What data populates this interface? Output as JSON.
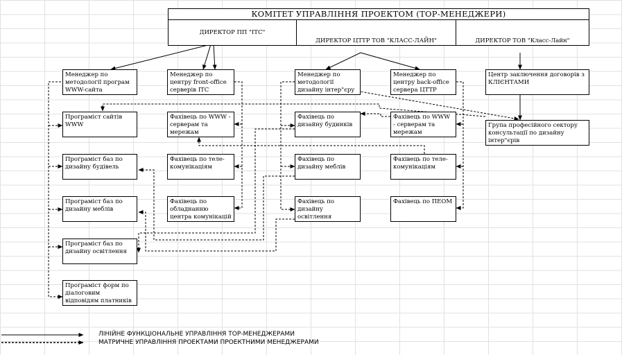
{
  "title": "КОМІТЕТ УПРАВЛІННЯ ПРОЕКТОМ (ТОР-МЕНЕДЖЕРИ)",
  "directors": [
    "ДИРЕКТОР ПП \"ITC\"",
    "ДИРЕКТОР ЦТТР ТОВ \"КЛАСС-ЛАЙН\"",
    "ДИРЕКТОР ТОВ \"Класс-Лайн\""
  ],
  "column1": [
    "Менеджер по методології програм WWW-сайта",
    "Програміст сайтів WWW",
    "Програміст баз по дизайну будівель",
    "Програміст баз по дизайну меблів",
    "Програміст баз по дизайну освітлення",
    "Програміст форм по діалоговим відповідям платників (довідки)"
  ],
  "column2": [
    "Менеджер по центру front-office серверів ITC",
    "Фахівець по WWW - серверам та мережам",
    "Фахівець по теле-комунікаціям",
    "Фахівець по обладнанню центра комунікацій ITC"
  ],
  "column3": [
    "Менеджер по методології дизайну інтер\"єру",
    "Фахівець по дизайну будинків",
    "Фахівець по дизайну меблів",
    "Фахівець по дизайну освітлення"
  ],
  "column4": [
    "Менеджер по центру back-office сервера ЦТТР",
    "Фахівець по WWW - серверам та мережам",
    "Фахівець по теле-комунікаціям",
    "Фахівець по ПЕОМ"
  ],
  "column5": [
    "Центр заключення договорів з КЛІЄНТАМИ",
    "Група професійного сектору консультації по дизайну інтер\"єрів"
  ],
  "legend": {
    "linear": "ЛІНІЙНЕ ФУНКЦІОНАЛЬНЕ УПРАВЛІННЯ ТОР-МЕНЕДЖЕРАМИ",
    "matrix": "МАТРИЧНЕ УПРАВЛІННЯ ПРОЕКТАМИ ПРОЕКТНИМИ МЕНЕДЖЕРАМИ"
  }
}
